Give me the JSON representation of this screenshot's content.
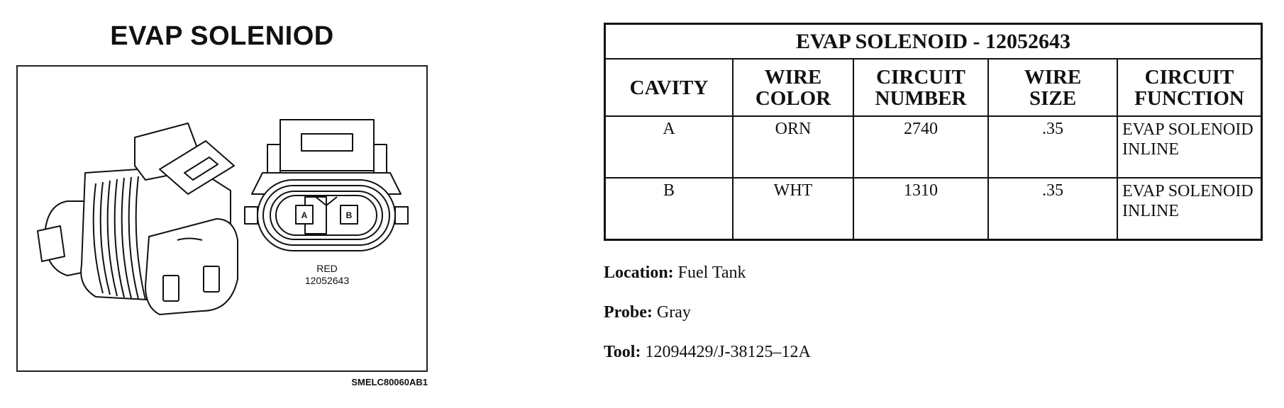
{
  "figure": {
    "title": "EVAP SOLENIOD",
    "pin_a": "A",
    "pin_b": "B",
    "connector_color": "RED",
    "part_number": "12052643",
    "ref_code": "SMELC80060AB1"
  },
  "table": {
    "title": "EVAP SOLENOID - 12052643",
    "headers": [
      [
        "CAVITY",
        ""
      ],
      [
        "WIRE",
        "COLOR"
      ],
      [
        "CIRCUIT",
        "NUMBER"
      ],
      [
        "WIRE",
        "SIZE"
      ],
      [
        "CIRCUIT",
        "FUNCTION"
      ]
    ],
    "rows": [
      {
        "cavity": "A",
        "wire_color": "ORN",
        "circuit_number": "2740",
        "wire_size": ".35",
        "function": [
          "EVAP SOLENOID",
          "INLINE"
        ]
      },
      {
        "cavity": "B",
        "wire_color": "WHT",
        "circuit_number": "1310",
        "wire_size": ".35",
        "function": [
          "EVAP SOLENOID",
          "INLINE"
        ]
      }
    ]
  },
  "info": {
    "location_label": "Location:",
    "location_value": "Fuel Tank",
    "probe_label": "Probe:",
    "probe_value": "Gray",
    "tool_label": "Tool:",
    "tool_value": "12094429/J-38125–12A"
  }
}
